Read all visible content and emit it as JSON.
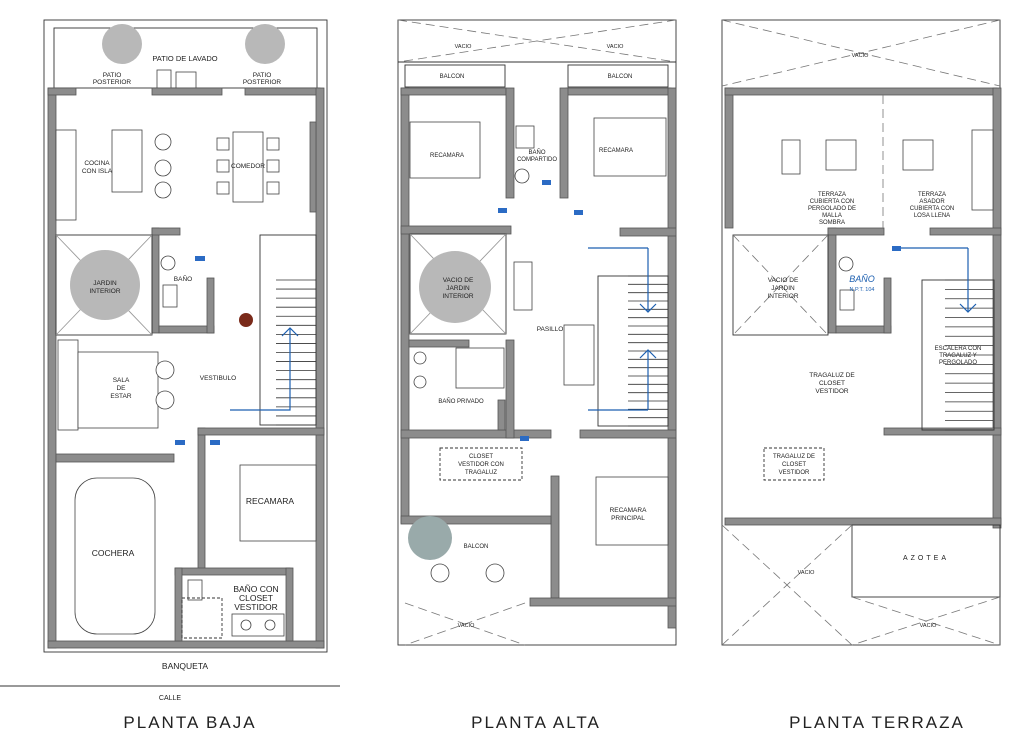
{
  "titles": {
    "planta_baja": "PLANTA BAJA",
    "planta_alta": "PLANTA ALTA",
    "planta_terraza": "PLANTA TERRAZA"
  },
  "street": {
    "banqueta": "BANQUETA",
    "calle": "CALLE"
  },
  "baja": {
    "patio_lavado": "PATIO DE LAVADO",
    "patio_post_1": [
      "PATIO",
      "POSTERIOR"
    ],
    "patio_post_2": [
      "PATIO",
      "POSTERIOR"
    ],
    "cocina": [
      "COCINA",
      "CON ISLA"
    ],
    "comedor": "COMEDOR",
    "bano": "BAÑO",
    "jardin": [
      "JARDIN",
      "INTERIOR"
    ],
    "sala": [
      "SALA",
      "DE",
      "ESTAR"
    ],
    "vestibulo": "VESTIBULO",
    "recamara": "RECAMARA",
    "cochera": "COCHERA",
    "bano_closet": [
      "BAÑO CON",
      "CLOSET",
      "VESTIDOR"
    ]
  },
  "alta": {
    "vacio": "VACIO",
    "balcon_1": "BALCON",
    "balcon_2": "BALCON",
    "balcon_3": "BALCON",
    "recamara_1": "RECAMARA",
    "recamara_2": "RECAMARA",
    "bano_comp": [
      "BAÑO",
      "COMPARTIDO"
    ],
    "vacio_jardin": [
      "VACIO DE",
      "JARDIN",
      "INTERIOR"
    ],
    "pasillo": "PASILLO",
    "bano_priv": "BAÑO PRIVADO",
    "closet": [
      "CLOSET",
      "VESTIDOR CON",
      "TRAGALUZ"
    ],
    "rec_principal": [
      "RECAMARA",
      "PRINCIPAL"
    ]
  },
  "terraza": {
    "vacio": "VACIO",
    "terraza_1": [
      "TERRAZA",
      "CUBIERTA CON",
      "PERGOLADO DE",
      "MALLA",
      "SOMBRA"
    ],
    "terraza_2": [
      "TERRAZA",
      "ASADOR",
      "CUBIERTA CON",
      "LOSA LLENA"
    ],
    "vacio_jardin": [
      "VACIO DE",
      "JARDIN",
      "INTERIOR"
    ],
    "bano": "BAÑO",
    "npt": "N.P.T. 104",
    "escalera": [
      "ESCALERA CON",
      "TRAGALUZ Y",
      "PERGOLADO"
    ],
    "tragaluz_1": [
      "TRAGALUZ DE",
      "CLOSET",
      "VESTIDOR"
    ],
    "tragaluz_2": [
      "TRAGALUZ DE",
      "CLOSET",
      "VESTIDOR"
    ],
    "azotea": "AZOTEA"
  }
}
